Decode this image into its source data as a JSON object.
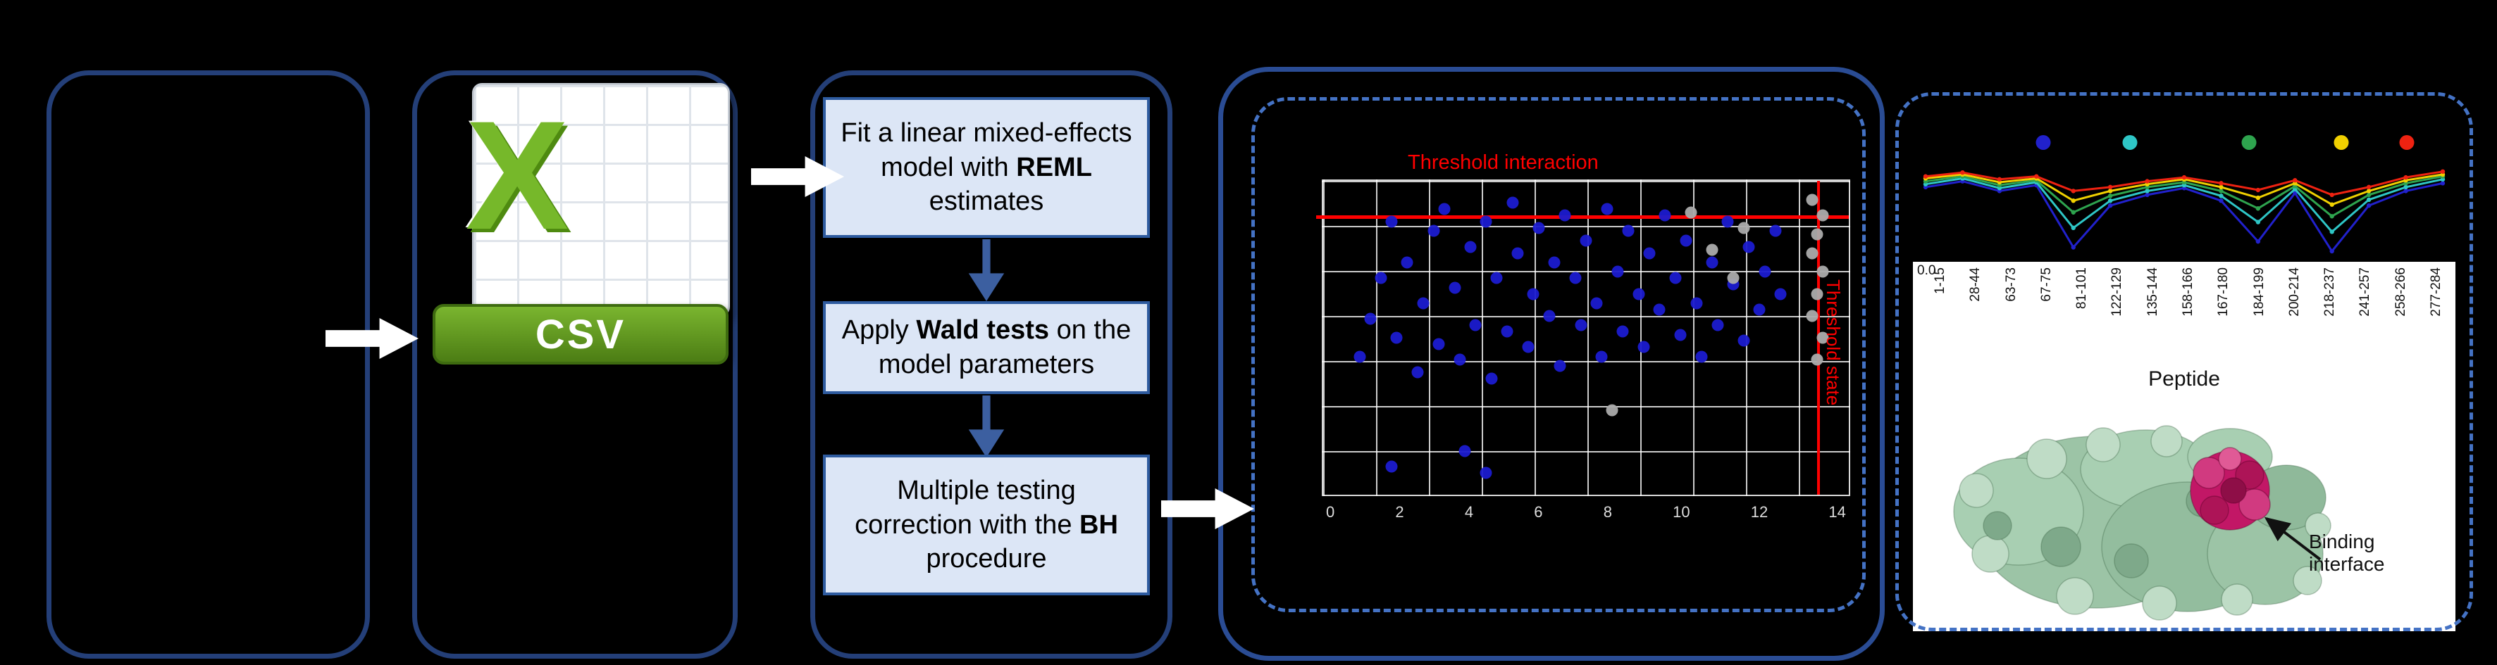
{
  "csv_panel": {
    "x_glyph": "X",
    "label": "CSV"
  },
  "model_panel": {
    "steps": [
      {
        "before": "Fit a linear mixed-effects model with ",
        "bold": "REML",
        "after": " estimates"
      },
      {
        "before": "Apply ",
        "bold": "Wald tests",
        "after": " on the model parameters"
      },
      {
        "before": "Multiple testing correction with the ",
        "bold": "BH",
        "after": " procedure"
      }
    ]
  },
  "scatter_panel": {
    "threshold_interaction_label": "Threshold interaction",
    "threshold_state_label": "Threshold state"
  },
  "results_panel": {
    "y_zero_label": "0.0",
    "x_axis_title": "Peptide",
    "binding_interface_label": "Binding interface"
  },
  "chart_data": [
    {
      "type": "scatter",
      "title": "Threshold interaction",
      "x_ticks": [
        "0",
        "2",
        "4",
        "6",
        "8",
        "10",
        "12",
        "14"
      ],
      "threshold_h_pct": 11,
      "threshold_v_pct": 94,
      "grid": true,
      "series": [
        {
          "name": "significant-peptides",
          "color": "#1B1BD0",
          "points": [
            [
              7,
              56
            ],
            [
              9,
              44
            ],
            [
              11,
              31
            ],
            [
              13,
              13
            ],
            [
              14,
              50
            ],
            [
              16,
              26
            ],
            [
              18,
              61
            ],
            [
              19,
              39
            ],
            [
              21,
              16
            ],
            [
              22,
              52
            ],
            [
              23,
              9
            ],
            [
              25,
              34
            ],
            [
              26,
              57
            ],
            [
              28,
              21
            ],
            [
              29,
              46
            ],
            [
              31,
              13
            ],
            [
              32,
              63
            ],
            [
              33,
              31
            ],
            [
              35,
              48
            ],
            [
              36,
              7
            ],
            [
              37,
              23
            ],
            [
              39,
              53
            ],
            [
              40,
              36
            ],
            [
              41,
              15
            ],
            [
              43,
              43
            ],
            [
              44,
              26
            ],
            [
              45,
              59
            ],
            [
              46,
              11
            ],
            [
              48,
              31
            ],
            [
              49,
              46
            ],
            [
              50,
              19
            ],
            [
              52,
              39
            ],
            [
              53,
              56
            ],
            [
              54,
              9
            ],
            [
              56,
              29
            ],
            [
              57,
              48
            ],
            [
              58,
              16
            ],
            [
              60,
              36
            ],
            [
              61,
              53
            ],
            [
              62,
              23
            ],
            [
              64,
              41
            ],
            [
              65,
              11
            ],
            [
              67,
              31
            ],
            [
              68,
              49
            ],
            [
              69,
              19
            ],
            [
              71,
              39
            ],
            [
              72,
              56
            ],
            [
              74,
              26
            ],
            [
              75,
              46
            ],
            [
              77,
              13
            ],
            [
              78,
              33
            ],
            [
              80,
              51
            ],
            [
              81,
              21
            ],
            [
              83,
              41
            ],
            [
              84,
              29
            ],
            [
              86,
              16
            ],
            [
              87,
              36
            ],
            [
              13,
              91
            ],
            [
              27,
              86
            ],
            [
              31,
              93
            ]
          ]
        },
        {
          "name": "nonsignificant-peptides",
          "color": "#ABABAB",
          "points": [
            [
              93,
              6
            ],
            [
              95,
              11
            ],
            [
              94,
              17
            ],
            [
              93,
              23
            ],
            [
              95,
              29
            ],
            [
              94,
              36
            ],
            [
              93,
              43
            ],
            [
              95,
              50
            ],
            [
              94,
              57
            ],
            [
              70,
              10
            ],
            [
              74,
              22
            ],
            [
              78,
              31
            ],
            [
              80,
              15
            ],
            [
              55,
              73
            ]
          ]
        }
      ],
      "annotations": [
        {
          "text": "Threshold interaction",
          "color": "#FF0000",
          "position": "top"
        },
        {
          "text": "Threshold state",
          "color": "#FF0000",
          "position": "right-rotated"
        }
      ]
    },
    {
      "type": "line",
      "categories": [
        "1-15",
        "28-44",
        "63-73",
        "67-75",
        "81-101",
        "122-129",
        "135-144",
        "158-166",
        "167-180",
        "184-199",
        "200-214",
        "218-237",
        "241-257",
        "258-266",
        "277-284"
      ],
      "xlabel": "Peptide",
      "y_bottom_label": "0.0",
      "legend_dots": [
        {
          "color": "#2121CC",
          "x_pct": 24
        },
        {
          "color": "#2EC6C6",
          "x_pct": 40
        },
        {
          "color": "#2EA44E",
          "x_pct": 62
        },
        {
          "color": "#F0D000",
          "x_pct": 79
        },
        {
          "color": "#EE2211",
          "x_pct": 91
        }
      ],
      "series": [
        {
          "name": "series-blue",
          "color": "#2121CC",
          "values": [
            0.74,
            0.8,
            0.7,
            0.76,
            0.12,
            0.55,
            0.66,
            0.73,
            0.6,
            0.18,
            0.68,
            0.08,
            0.55,
            0.7,
            0.78
          ]
        },
        {
          "name": "series-cyan",
          "color": "#2EC6C6",
          "values": [
            0.77,
            0.83,
            0.73,
            0.79,
            0.32,
            0.6,
            0.7,
            0.76,
            0.65,
            0.38,
            0.72,
            0.28,
            0.61,
            0.74,
            0.82
          ]
        },
        {
          "name": "series-green",
          "color": "#2EA44E",
          "values": [
            0.8,
            0.85,
            0.76,
            0.81,
            0.48,
            0.65,
            0.74,
            0.79,
            0.7,
            0.52,
            0.75,
            0.44,
            0.66,
            0.78,
            0.85
          ]
        },
        {
          "name": "series-yellow",
          "color": "#F0D000",
          "values": [
            0.83,
            0.87,
            0.79,
            0.83,
            0.6,
            0.7,
            0.77,
            0.82,
            0.74,
            0.63,
            0.78,
            0.56,
            0.7,
            0.81,
            0.87
          ]
        },
        {
          "name": "series-red",
          "color": "#EE2211",
          "values": [
            0.85,
            0.89,
            0.82,
            0.85,
            0.7,
            0.74,
            0.8,
            0.84,
            0.78,
            0.71,
            0.81,
            0.66,
            0.74,
            0.84,
            0.9
          ]
        }
      ]
    }
  ]
}
